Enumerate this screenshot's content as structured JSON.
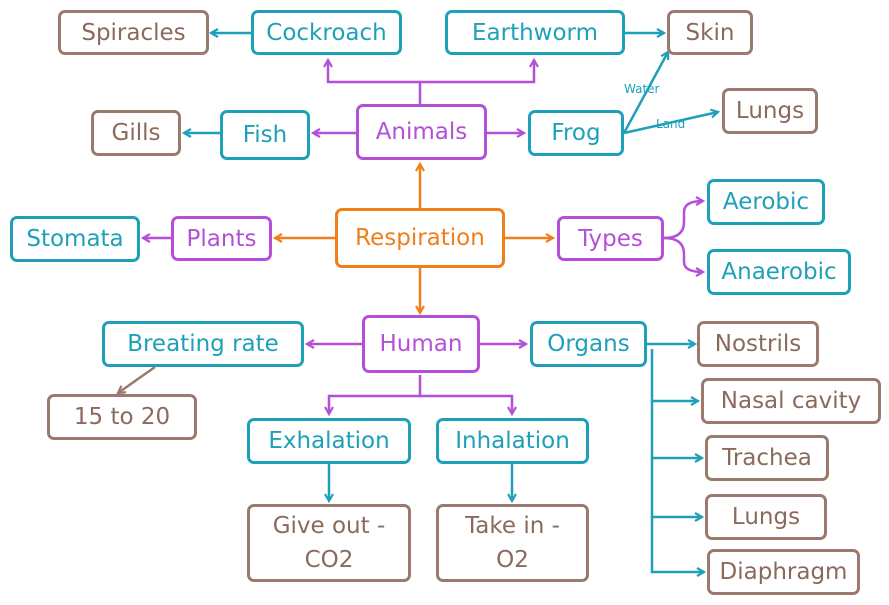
{
  "colors": {
    "orange": "#f07f1a",
    "purple": "#b450d8",
    "teal": "#1fa0b9",
    "brown": "#9a7a6c"
  },
  "nodes": {
    "respiration": "Respiration",
    "animals": "Animals",
    "plants": "Plants",
    "types": "Types",
    "human": "Human",
    "cockroach": "Cockroach",
    "earthworm": "Earthworm",
    "fish": "Fish",
    "frog": "Frog",
    "spiracles": "Spiracles",
    "skin": "Skin",
    "gills": "Gills",
    "lungs_frog": "Lungs",
    "stomata": "Stomata",
    "aerobic": "Aerobic",
    "anaerobic": "Anaerobic",
    "breathing_rate": "Breating rate",
    "breathing_rate_value": "15 to 20",
    "organs": "Organs",
    "exhalation": "Exhalation",
    "inhalation": "Inhalation",
    "give_out": "Give out - CO2",
    "take_in": "Take in - O2",
    "nostrils": "Nostrils",
    "nasal_cavity": "Nasal cavity",
    "trachea": "Trachea",
    "lungs_human": "Lungs",
    "diaphragm": "Diaphragm"
  },
  "edge_labels": {
    "water": "Water",
    "land": "Land"
  }
}
